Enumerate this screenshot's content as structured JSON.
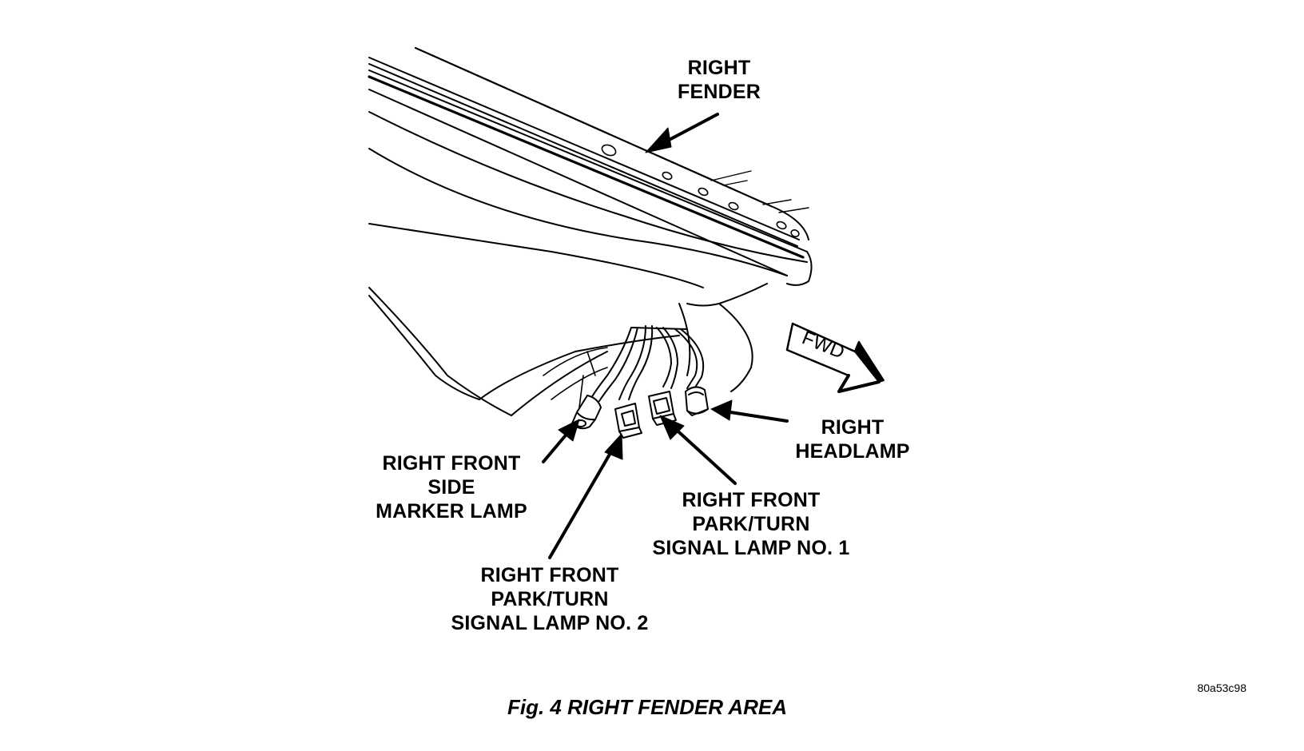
{
  "diagram": {
    "labels": {
      "right_fender": [
        "RIGHT",
        "FENDER"
      ],
      "right_headlamp": [
        "RIGHT",
        "HEADLAMP"
      ],
      "side_marker_lamp": [
        "RIGHT FRONT",
        "SIDE",
        "MARKER LAMP"
      ],
      "park_turn_1": [
        "RIGHT FRONT",
        "PARK/TURN",
        "SIGNAL LAMP NO. 1"
      ],
      "park_turn_2": [
        "RIGHT FRONT",
        "PARK/TURN",
        "SIGNAL LAMP NO. 2"
      ]
    },
    "direction_arrow": "FWD",
    "caption": "Fig. 4 RIGHT FENDER AREA",
    "figure_id": "80a53c98"
  },
  "colors": {
    "ink": "#000000",
    "paper": "#ffffff"
  }
}
